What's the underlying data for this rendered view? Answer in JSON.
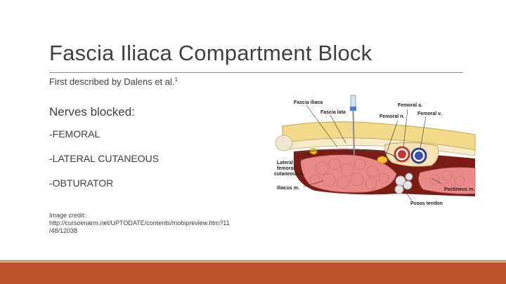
{
  "slide": {
    "title": "Fascia Iliaca Compartment Block",
    "subtitle_text": "First described by Dalens et al.",
    "subtitle_sup": "1",
    "nerves_heading": "Nerves blocked:",
    "nerves": [
      "-FEMORAL",
      "-LATERAL CUTANEOUS",
      "-OBTURATOR"
    ],
    "credit_lines": [
      "Image credit:",
      "http://cursoenarm.net/UPTODATE/contents/mobipreview.htm?11",
      "/48/12038"
    ]
  },
  "illustration": {
    "labels": {
      "fascia_iliaca": "Fascia iliaca",
      "fascia_lata": "Fascia lata",
      "femoral_a": "Femoral a.",
      "femoral_n": "Femoral n.",
      "femoral_v": "Femoral v.",
      "lateral_femoral_cutaneous_1": "Lateral",
      "lateral_femoral_cutaneous_2": "femoral",
      "lateral_femoral_cutaneous_3": "cutaneous n.",
      "iliacus": "Iliacus m.",
      "pectineus": "Pectineus m.",
      "psoas_tendon": "Psoas tendon"
    }
  },
  "colors": {
    "accent": "#c0552b",
    "text": "#404040"
  }
}
